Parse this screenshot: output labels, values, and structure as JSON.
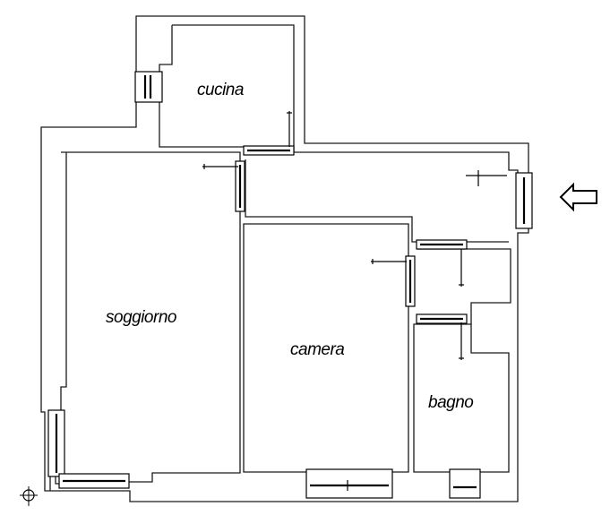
{
  "rooms": {
    "cucina": "cucina",
    "soggiorno": "soggiorno",
    "camera": "camera",
    "bagno": "bagno"
  },
  "icons": {
    "entrance_arrow": "arrow-left-icon",
    "north_marker": "compass-icon"
  },
  "colors": {
    "lines": "#000000",
    "background": "#ffffff"
  }
}
